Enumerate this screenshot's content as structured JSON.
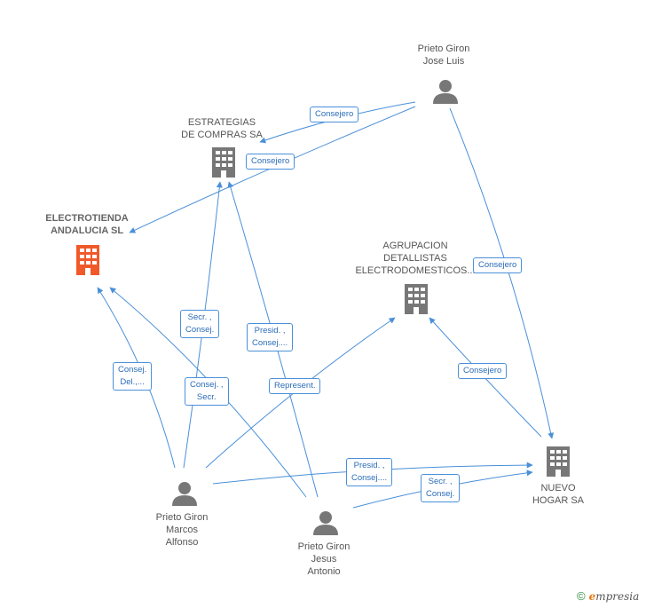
{
  "nodes": {
    "estrategias": {
      "lines": [
        "ESTRATEGIAS",
        "DE COMPRAS SA"
      ],
      "kind": "company",
      "color": "#777777"
    },
    "electrotienda": {
      "lines": [
        "ELECTROTIENDA",
        "ANDALUCIA SL"
      ],
      "kind": "company",
      "color": "#f0592a"
    },
    "agrupacion": {
      "lines": [
        "AGRUPACION",
        "DETALLISTAS",
        "ELECTRODOMESTICOS..."
      ],
      "kind": "company",
      "color": "#777777"
    },
    "nuevo_hogar": {
      "lines": [
        "NUEVO",
        "HOGAR SA"
      ],
      "kind": "company",
      "color": "#777777"
    },
    "jose_luis": {
      "lines": [
        "Prieto Giron",
        "Jose Luis"
      ],
      "kind": "person",
      "color": "#777777"
    },
    "marcos": {
      "lines": [
        "Prieto Giron",
        "Marcos",
        "Alfonso"
      ],
      "kind": "person",
      "color": "#777777"
    },
    "jesus": {
      "lines": [
        "Prieto Giron",
        "Jesus",
        "Antonio"
      ],
      "kind": "person",
      "color": "#777777"
    }
  },
  "edge_labels": {
    "jl_estrategias": [
      "Consejero"
    ],
    "jl_electrotienda": [
      "Consejero"
    ],
    "jl_nuevo": [
      "Consejero"
    ],
    "nuevo_agrupacion": [
      "Consejero"
    ],
    "marcos_estrategias": [
      "Secr. ,",
      "Consej."
    ],
    "marcos_electrotienda": [
      "Consej.",
      "Del.,..."
    ],
    "jesus_electrotienda": [
      "Consej. ,",
      "Secr."
    ],
    "jesus_estrategias": [
      "Presid. ,",
      "Consej...."
    ],
    "marcos_agrupacion": [
      "Represent."
    ],
    "marcos_nuevo": [
      "Presid. ,",
      "Consej...."
    ],
    "jesus_nuevo": [
      "Secr. ,",
      "Consej."
    ]
  },
  "colors": {
    "edge": "#4a90d9",
    "label_text": "#2a6cb8"
  },
  "footer": {
    "copyright": "©",
    "brand_first": "e",
    "brand_rest": "mpresia"
  }
}
